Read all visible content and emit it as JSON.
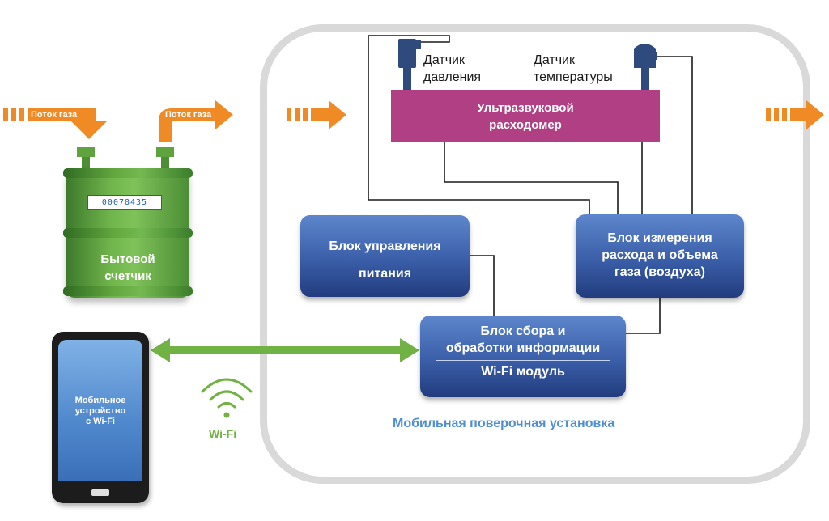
{
  "flow": {
    "gas_flow_in": "Поток газа",
    "gas_flow_out": "Поток газа"
  },
  "meter": {
    "display": "00078435",
    "label_line1": "Бытовой",
    "label_line2": "счетчик"
  },
  "phone": {
    "label_line1": "Мобильное",
    "label_line2": "устройство",
    "label_line3": "с Wi-Fi"
  },
  "wifi": {
    "label": "Wi-Fi"
  },
  "sensors": {
    "pressure_line1": "Датчик",
    "pressure_line2": "давления",
    "temperature_line1": "Датчик",
    "temperature_line2": "температуры"
  },
  "flowmeter": {
    "line1": "Ультразвуковой",
    "line2": "расходомер"
  },
  "blocks": {
    "power_line1": "Блок управления",
    "power_line2": "питания",
    "measure_line1": "Блок измерения",
    "measure_line2": "расхода и объема",
    "measure_line3": "газа (воздуха)",
    "collect_line1": "Блок сбора и",
    "collect_line2": "обработки информации",
    "collect_line3": "Wi-Fi модуль"
  },
  "caption": "Мобильная поверочная установка",
  "colors": {
    "arrow": "#f08a24",
    "meter_green": "#6fb34b",
    "flowmeter": "#b03f84",
    "block_blue": "#3a5ea8",
    "link_green": "#70b244",
    "caption_blue": "#4f8fcf",
    "frame_gray": "#d9d9d9"
  }
}
